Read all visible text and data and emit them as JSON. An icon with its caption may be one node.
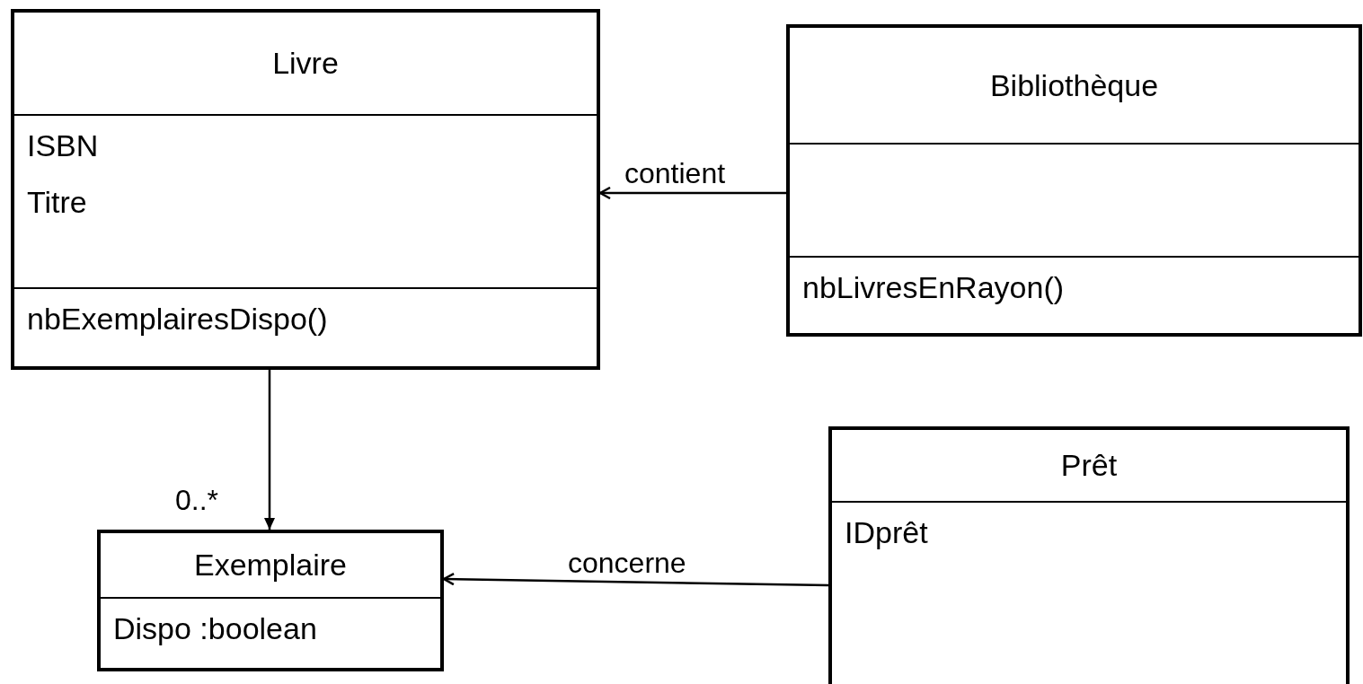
{
  "diagram": {
    "nodes": [
      {
        "text": [
          "Livre",
          "ISBN",
          "Titre",
          "nbExemplairesDispo()"
        ]
      },
      {
        "text": [
          "Bibliothèque",
          "nbLivresEnRayon()"
        ]
      },
      {
        "text": [
          "Prêt",
          "IDprêt"
        ]
      },
      {
        "text": [
          "Exemplaire",
          "Dispo :boolean"
        ]
      }
    ],
    "edges": [
      {
        "from": 1,
        "to": 0,
        "arrow": "to",
        "label": "contient"
      },
      {
        "from": 0,
        "to": 3,
        "arrow": "to",
        "label": "0..*"
      },
      {
        "from": 2,
        "to": 3,
        "arrow": "to",
        "label": "concerne"
      }
    ]
  }
}
